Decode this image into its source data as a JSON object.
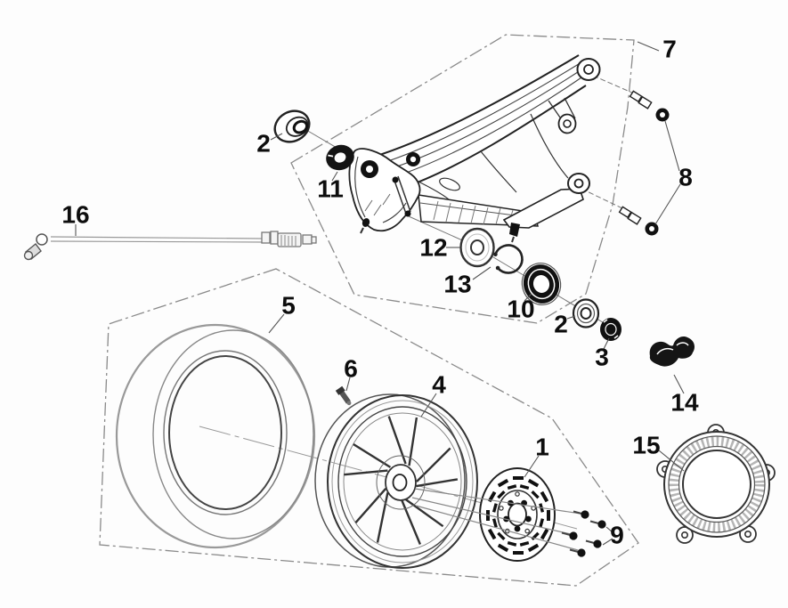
{
  "figure": {
    "callouts": {
      "c1": "1",
      "c2a": "2",
      "c2b": "2",
      "c3": "3",
      "c4": "4",
      "c5": "5",
      "c6": "6",
      "c7": "7",
      "c8": "8",
      "c9": "9",
      "c10": "10",
      "c11": "11",
      "c12": "12",
      "c13": "13",
      "c14": "14",
      "c15": "15",
      "c16": "16"
    },
    "colors": {
      "ink": "#1a1a1a",
      "line_medium": "#555555",
      "line_light": "#8a8a8a",
      "background": "#ffffff"
    }
  }
}
